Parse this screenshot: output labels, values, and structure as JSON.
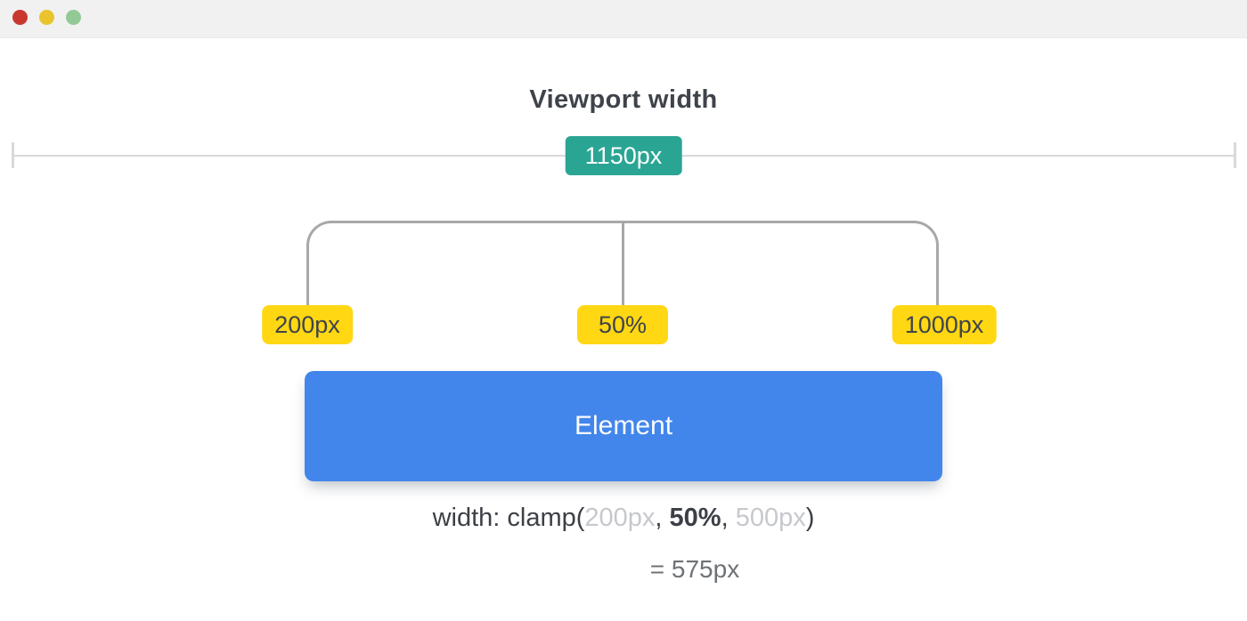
{
  "theme": {
    "page-bg": "#ffffff",
    "titlebar-bg": "#f1f1f2",
    "dot-red": "#c9382f",
    "dot-yellow": "#e9c42c",
    "dot-green": "#93c995",
    "ruler-line": "#d9d9db",
    "viewport-badge-bg": "#2aa594",
    "viewport-badge-text": "#ffffff",
    "bracket-line": "#a8a8aa",
    "clamp-badge-bg": "#ffd713",
    "clamp-badge-text": "#40444b",
    "element-bg": "#4286ec",
    "element-text": "#fafbfd",
    "formula-dark": "#3c4046",
    "formula-muted": "#c6c8cc",
    "result-text": "#6e7176",
    "title-text": "#3f434a"
  },
  "titlebar": {
    "buttons": [
      "close",
      "minimize",
      "zoom"
    ]
  },
  "diagram": {
    "title": "Viewport width",
    "viewport_width_badge": "1150px",
    "clamp_min_label": "200px",
    "clamp_preferred_label": "50%",
    "clamp_max_label": "1000px",
    "element_label": "Element",
    "formula": {
      "prefix": "width: clamp(",
      "min_value": "200px",
      "separator_1": ", ",
      "preferred_value": "50%",
      "separator_2": ", ",
      "max_value": "500px",
      "suffix": ")"
    },
    "result": "= 575px"
  }
}
